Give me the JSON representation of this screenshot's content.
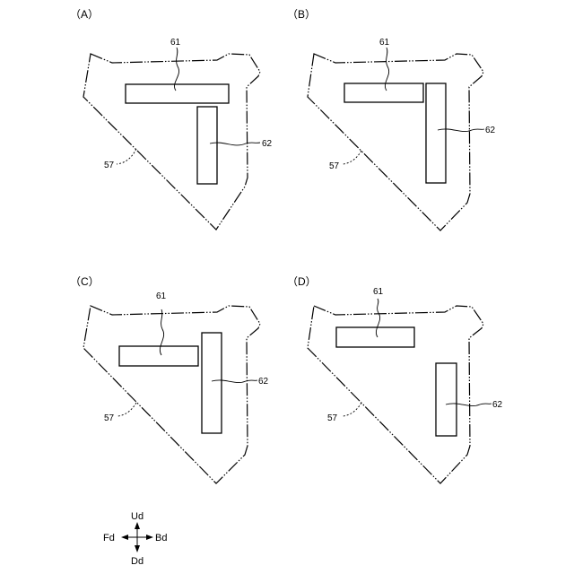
{
  "panels": [
    {
      "label": "（A）",
      "part_a": "61",
      "part_b": "62",
      "outline": "57"
    },
    {
      "label": "（B）",
      "part_a": "61",
      "part_b": "62",
      "outline": "57"
    },
    {
      "label": "（C）",
      "part_a": "61",
      "part_b": "62",
      "outline": "57"
    },
    {
      "label": "（D）",
      "part_a": "61",
      "part_b": "62",
      "outline": "57"
    }
  ],
  "axes": {
    "up": "Ud",
    "down": "Dd",
    "front": "Fd",
    "back": "Bd"
  }
}
